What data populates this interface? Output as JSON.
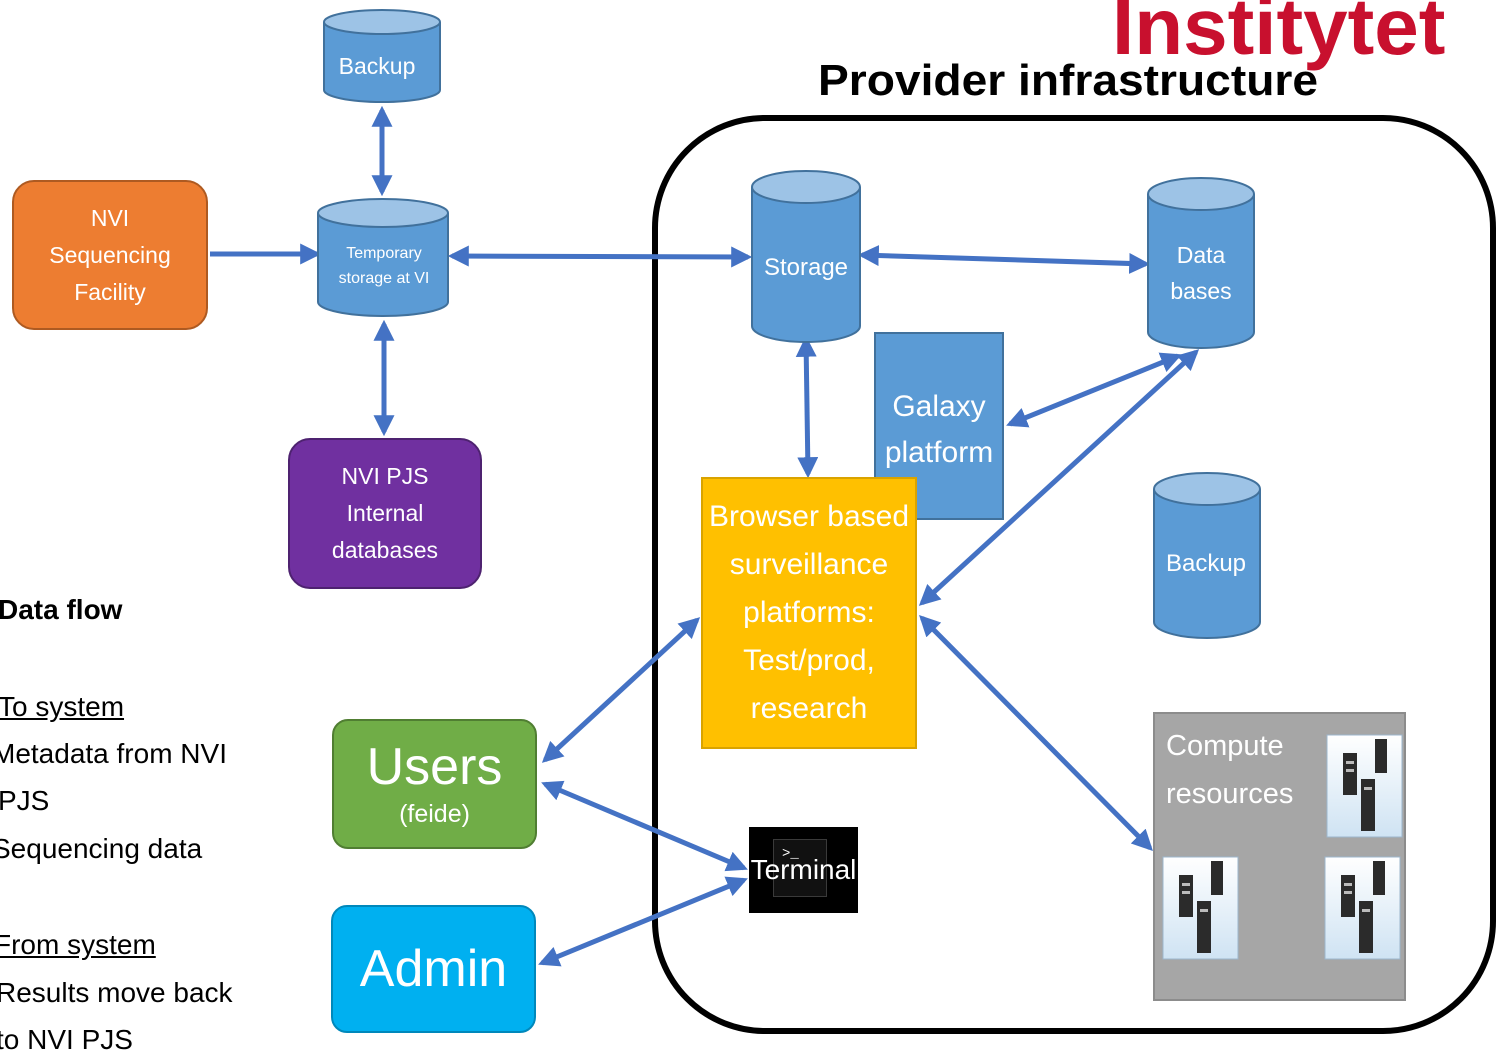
{
  "header": {
    "brand_text": "Institytet",
    "provider_title": "Provider infrastructure"
  },
  "nodes": {
    "backup_top": "Backup",
    "temp_storage_line1": "Temporary",
    "temp_storage_line2": "storage at VI",
    "nvi_sequencing": [
      "NVI",
      "Sequencing",
      "Facility"
    ],
    "nvi_pjs": [
      "NVI PJS",
      "Internal",
      "databases"
    ],
    "storage": "Storage",
    "databases": [
      "Data",
      "bases"
    ],
    "galaxy": [
      "Galaxy",
      "platform"
    ],
    "browser_platforms": [
      "Browser based",
      "surveillance",
      "platforms:",
      "Test/prod,",
      "research"
    ],
    "backup_right": "Backup",
    "compute": [
      "Compute",
      "resources"
    ],
    "users": "Users",
    "users_sub": "(feide)",
    "admin": "Admin",
    "terminal": "Terminal",
    "terminal_prompt": ">_"
  },
  "legend": {
    "title": "Data flow",
    "to_system_heading": "To system",
    "to_system_lines": [
      "Metadata from NVI",
      "PJS",
      "Sequencing data"
    ],
    "from_system_heading": "From system",
    "from_system_lines": [
      "Results move back",
      "to NVI PJS"
    ]
  },
  "colors": {
    "blue": "#5B9BD5",
    "blue_dark": "#41719C",
    "orange": "#ED7D31",
    "purple": "#7030A0",
    "green": "#70AD47",
    "cyan": "#00B0F0",
    "yellow": "#FFC000",
    "gray": "#A6A6A6",
    "arrow": "#4472C4",
    "brand_red": "#C8102E"
  }
}
